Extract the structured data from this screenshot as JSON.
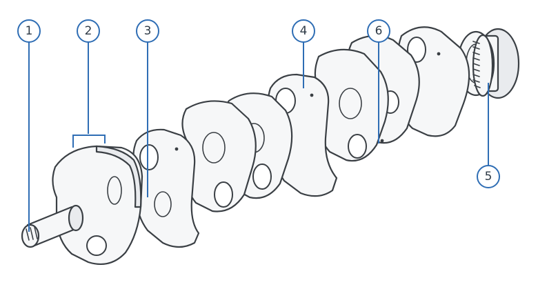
{
  "callouts": [
    {
      "id": "1",
      "label": "1"
    },
    {
      "id": "2",
      "label": "2"
    },
    {
      "id": "3",
      "label": "3"
    },
    {
      "id": "4",
      "label": "4"
    },
    {
      "id": "5",
      "label": "5"
    },
    {
      "id": "6",
      "label": "6"
    }
  ],
  "colors": {
    "leader": "#2e6db4",
    "outline": "#3a3f44",
    "fill": "#f6f7f8"
  }
}
